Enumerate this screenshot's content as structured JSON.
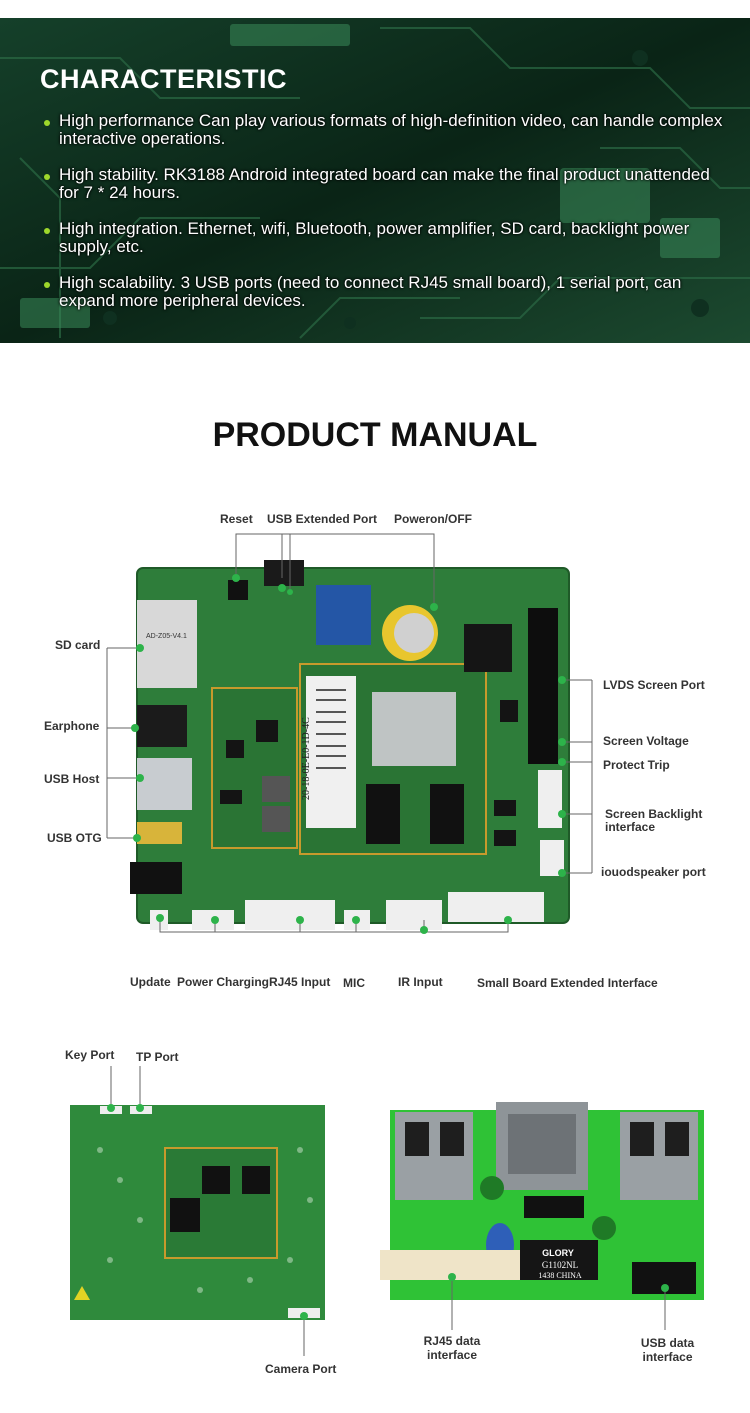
{
  "characteristic": {
    "title": "CHARACTERISTIC",
    "bullets": [
      "High performance Can play various formats of high-definition video, can handle complex interactive operations.",
      "High stability. RK3188 Android integrated board can make the final product unattended for 7 * 24 hours.",
      "High integration. Ethernet, wifi, Bluetooth, power amplifier, SD card, backlight power supply, etc.",
      " High scalability. 3 USB ports (need to connect RJ45 small board), 1 serial port, can expand more peripheral devices."
    ]
  },
  "manual": {
    "title": "PRODUCT MANUAL",
    "top_labels": {
      "reset": "Reset",
      "usb_extended": "USB Extended Port",
      "power": "Poweron/OFF"
    },
    "left_labels": {
      "sd": "SD card",
      "earphone": "Earphone",
      "usb_host": "USB Host",
      "usb_otg": "USB OTG"
    },
    "right_labels": {
      "lvds": "LVDS Screen Port",
      "voltage": "Screen Voltage",
      "protect": "Protect Trip",
      "backlight": "Screen Backlight interface",
      "speaker": "iouodspeaker port"
    },
    "bottom_labels": {
      "update": "Update",
      "power_charging": "Power Charging",
      "rj45_input": "RJ45 Input",
      "mic": "MIC",
      "ir_input": "IR Input",
      "small_board": "Small Board Extended Interface"
    },
    "board_sticker": "20-18-0E-E0-1D-4C",
    "board_silk": "AD-Z05-V4.1"
  },
  "back_board": {
    "key_port": "Key Port",
    "tp_port": "TP Port",
    "camera_port": "Camera  Port"
  },
  "rj45_board": {
    "rj45_label": "RJ45 data interface",
    "usb_label": "USB data interface",
    "chip_brand": "GLORY",
    "chip_model": "G1102NL",
    "chip_code": "1438 CHINA"
  },
  "colors": {
    "accent": "#2db34a",
    "bullet": "#9ed72b",
    "pcb": "#2e7d3a",
    "pcb_bright": "#2fc236"
  }
}
